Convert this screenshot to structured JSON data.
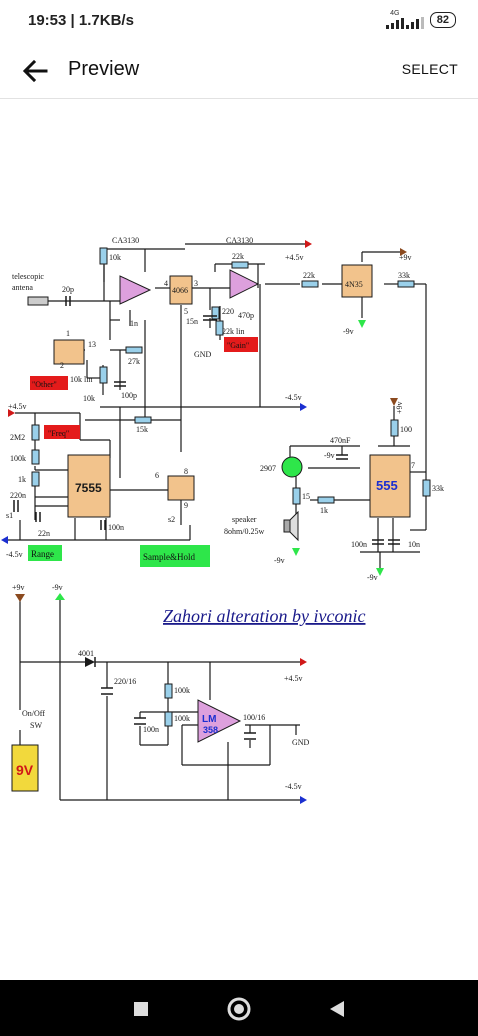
{
  "status_bar": {
    "time": "19:53 | 1.7KB/s",
    "network": "4G",
    "battery": "82"
  },
  "toolbar": {
    "title": "Preview",
    "select_label": "SELECT"
  },
  "colors": {
    "wire": "#1a1a1a",
    "resistor": "#9ad0ea",
    "chip": "#f2c38c",
    "red_label": "#e41b1b",
    "green_label": "#2ee64a",
    "supply_pos": "#d01818",
    "supply_neg": "#1b2fd0",
    "supply_9v": "#8b4a1f",
    "title_text": "#1a1a8a"
  },
  "schematic": {
    "chip_ca3130_1": "CA3130",
    "chip_ca3130_2": "CA3130",
    "chip_4066": "4066",
    "chip_4n35": "4N35",
    "chip_7555": "7555",
    "chip_555": "555",
    "chip_lm358_a": "LM",
    "chip_lm358_b": "358",
    "antenna_1": "telescopic",
    "antenna_2": "antena",
    "r_10k_top": "10k",
    "r_22k_top": "22k",
    "r_22k_mid": "22k",
    "r_33k_top": "33k",
    "r_27k": "27k",
    "r_10k_lin": "10k lin",
    "r_10k_left": "10k",
    "r_15k": "15k",
    "r_220": "220",
    "r_22k_lin": "22k lin",
    "r_2m2": "2M2",
    "r_100k_left": "100k",
    "r_1k_left": "1k",
    "r_100_right": "100",
    "r_33k_right": "33k",
    "r_15_right": "15",
    "r_1k_right": "1k",
    "r_100k_a": "100k",
    "r_100k_b": "100k",
    "c_20p": "20p",
    "c_1n": "1n",
    "c_100p": "100p",
    "c_15n": "15n",
    "c_470p": "470p",
    "c_220n": "220n",
    "c_22n": "22n",
    "c_100n_left": "100n",
    "c_470nf": "470nF",
    "c_100n_right": "100n",
    "c_10n": "10n",
    "c_220_16": "220/16",
    "c_100n_bottom": "100n",
    "c_100_16": "100/16",
    "lbl_other": "\"Other\"",
    "lbl_gain": "\"Gain\"",
    "lbl_freq": "\"Freq\"",
    "lbl_range": "Range",
    "lbl_sample_hold": "Sample&Hold",
    "lbl_9v": "9V",
    "pwr_p45_1": "+4.5v",
    "pwr_p45_2": "+4.5v",
    "pwr_p45_3": "+4.5v",
    "pwr_m45_1": "-4.5v",
    "pwr_m45_2": "-4.5v",
    "pwr_m45_3": "-4.5v",
    "pwr_p9v_1": "+9v",
    "pwr_p9v_2": "+9v",
    "pwr_p9v_3": "+9v",
    "pwr_m9v_1": "-9v",
    "pwr_m9v_2": "-9v",
    "pwr_m9v_3": "-9v",
    "pwr_m9v_4": "-9v",
    "pwr_m9v_5": "-9v",
    "gnd_1": "GND",
    "gnd_2": "GND",
    "transistor": "2907",
    "speaker_1": "speaker",
    "speaker_2": "8ohm/0.25w",
    "diode": "4001",
    "switch_1": "On/Off",
    "switch_2": "SW",
    "s1": "s1",
    "s2": "s2",
    "caption": "Zahori alteration by ivconic",
    "pins": {
      "p2": "2",
      "p3": "3",
      "p4": "4",
      "p5": "5",
      "p6": "6",
      "p7": "7",
      "p8": "8",
      "p1": "1",
      "p9": "9",
      "p13": "13"
    }
  },
  "nav": {
    "back": "recent-apps",
    "home": "home",
    "recents": "back"
  }
}
